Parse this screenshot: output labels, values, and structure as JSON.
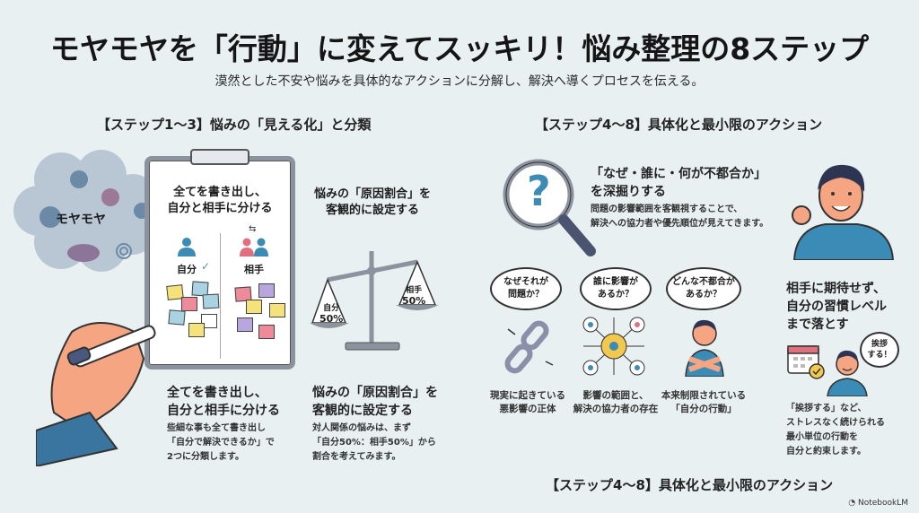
{
  "header": {
    "title": "モヤモヤを「行動」に変えてスッキリ！悩み整理の8ステップ",
    "subtitle": "漠然とした不安や悩みを具体的なアクションに分解し、解決へ導くプロセスを伝える。"
  },
  "left_section": {
    "heading": "【ステップ1〜3】悩みの「見える化」と分類",
    "cloud_label": "モヤモヤ",
    "clipboard": {
      "heading_line1": "全てを書き出し、",
      "heading_line2": "自分と相手に分ける",
      "col_self": "自分",
      "col_other": "相手",
      "check_icon": "✓",
      "swap_icon": "⇆"
    },
    "scale_heading_line1": "悩みの「原因割合」を",
    "scale_heading_line2": "客観的に設定する",
    "scale": {
      "left_label": "自分",
      "left_value": "50%",
      "right_label": "相手",
      "right_value": "50%"
    },
    "step_write": {
      "title_line1": "全てを書き出し、",
      "title_line2": "自分と相手に分ける",
      "body_line1": "些細な事も全て書き出し",
      "body_line2": "「自分で解決できるか」で",
      "body_line3": "2つに分類します。"
    },
    "step_ratio": {
      "title_line1": "悩みの「原因割合」を",
      "title_line2": "客観的に設定する",
      "body_line1": "対人関係の悩みは、まず",
      "body_line2": "「自分50%：相手50%」から",
      "body_line3": "割合を考えてみます。"
    }
  },
  "right_section": {
    "heading": "【ステップ4〜8】具体化と最小限のアクション",
    "deep_dive": {
      "title_line1": "「なぜ・誰に・何が不都合か」",
      "title_line2": "を深掘りする",
      "body_line1": "問題の影響範囲を客観視することで、",
      "body_line2": "解決への協力者や優先順位が見えてきます。",
      "question_icon": "?"
    },
    "questions": [
      {
        "bubble_line1": "なぜそれが",
        "bubble_line2": "問題か？",
        "caption_line1": "現実に起きている",
        "caption_line2": "悪影響の正体"
      },
      {
        "bubble_line1": "誰に影響が",
        "bubble_line2": "あるか？",
        "caption_line1": "影響の範囲と、",
        "caption_line2": "解決の協力者の存在"
      },
      {
        "bubble_line1": "どんな不都合が",
        "bubble_line2": "あるか？",
        "caption_line1": "本来制限されている",
        "caption_line2": "「自分の行動」"
      }
    ],
    "habit": {
      "title_line1": "相手に期待せず、",
      "title_line2": "自分の習慣レベル",
      "title_line3": "まで落とす",
      "bubble_line1": "挨拶",
      "bubble_line2": "する！",
      "body_line1": "「挨拶する」など、",
      "body_line2": "ストレスなく続けられる",
      "body_line3": "最小単位の行動を",
      "body_line4": "自分と約束します。"
    },
    "footer_heading": "【ステップ4〜8】具体化と最小限のアクション"
  },
  "branding": {
    "label": "NotebookLM"
  },
  "colors": {
    "background": "#e9f0f2",
    "accent_blue": "#3b8bb5",
    "accent_pink": "#e0707e",
    "sticky_yellow": "#f5e27a",
    "sticky_blue": "#a9d3e3",
    "sticky_pink": "#ef8a9a",
    "sticky_purple": "#b9a6df",
    "skin": "#f5a582",
    "shirt": "#3a8bb5",
    "cloud": "#b9c7d5"
  }
}
